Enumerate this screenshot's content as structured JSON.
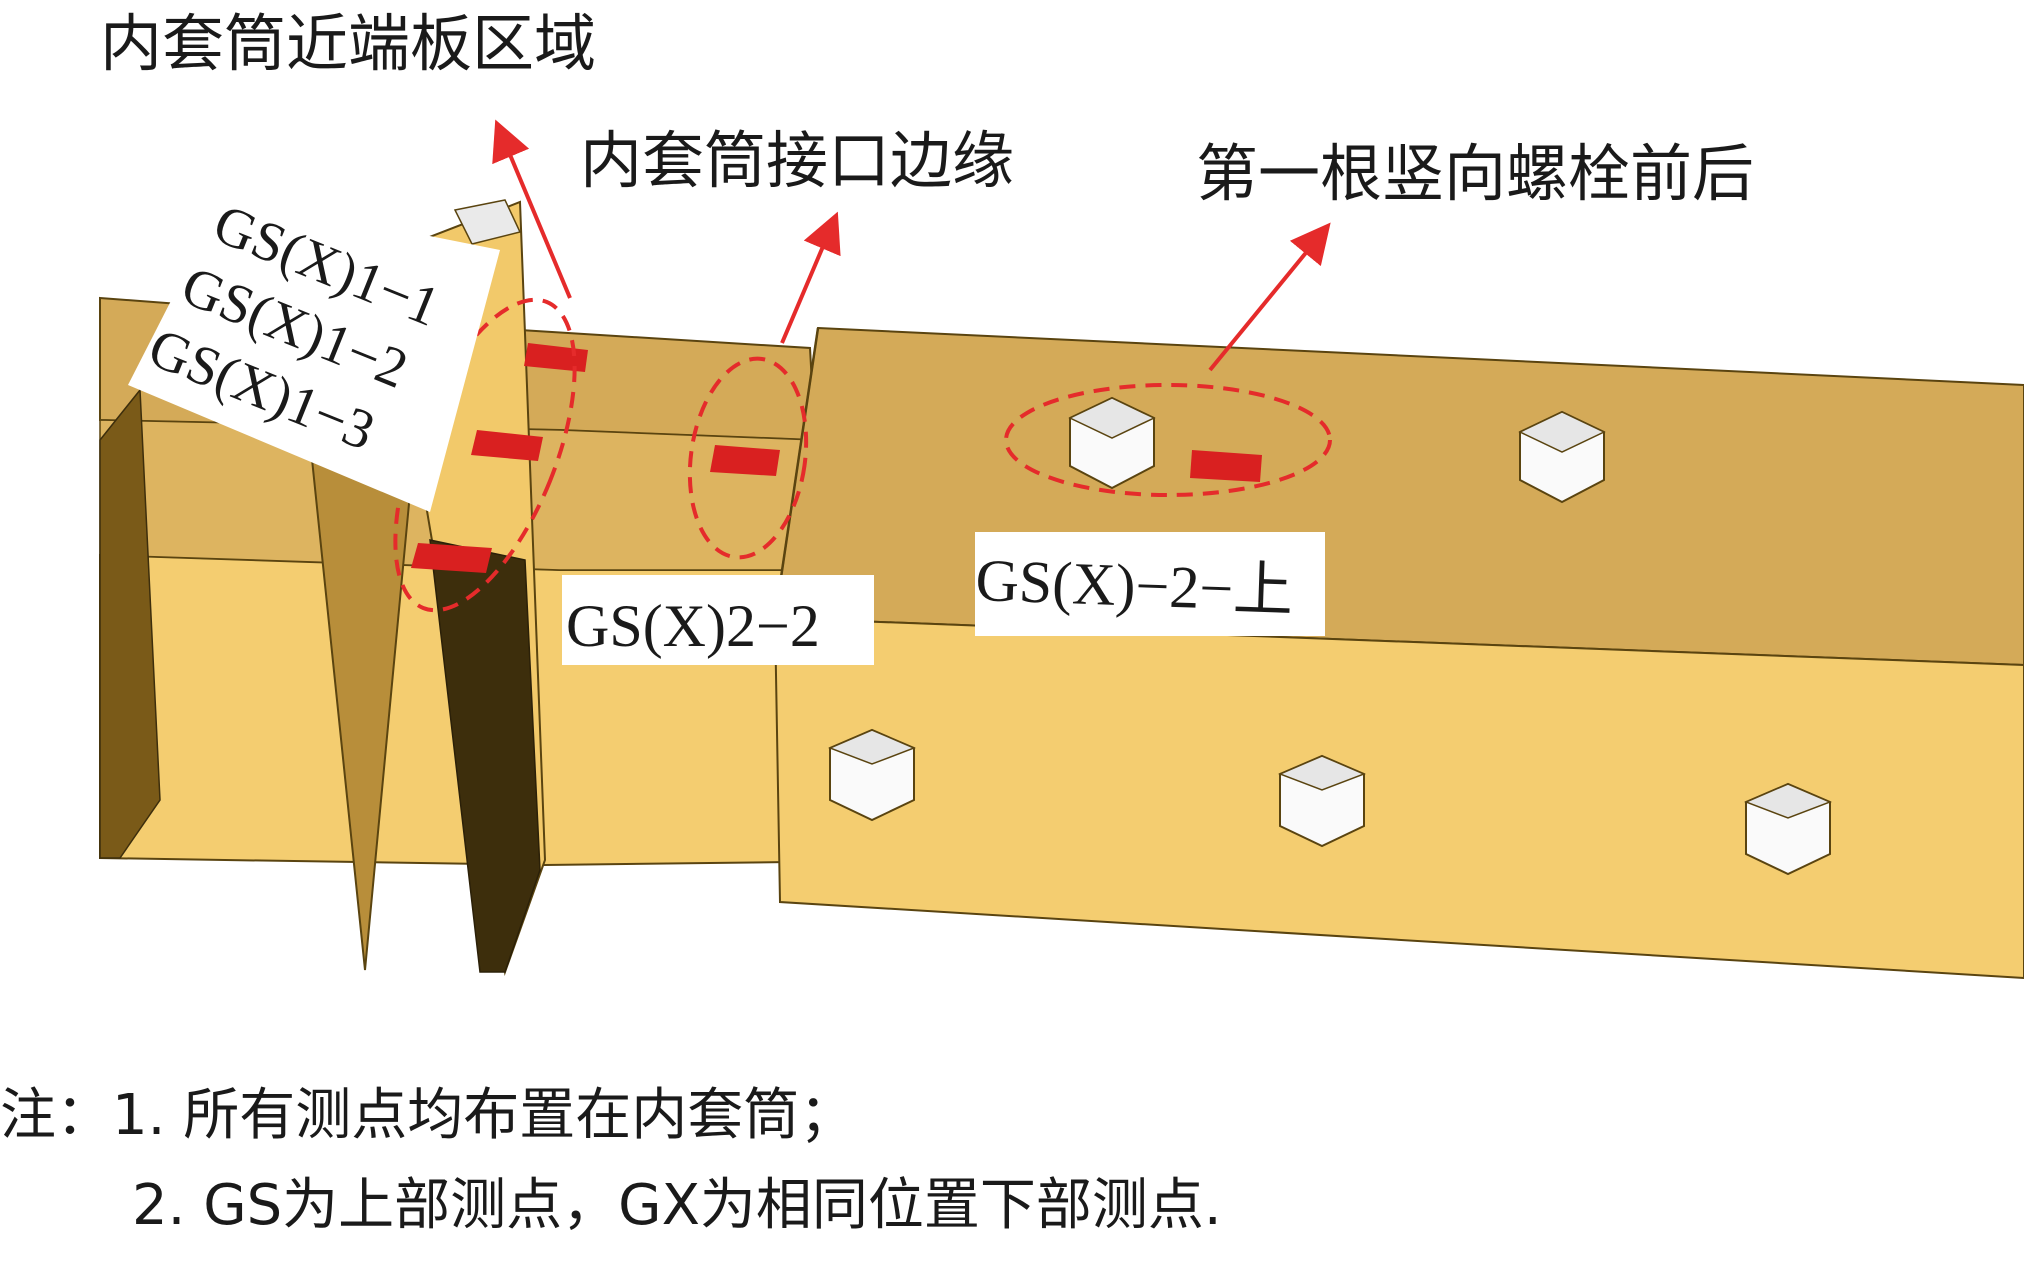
{
  "callouts": {
    "region_near_end": "内套筒近端板区域",
    "region_interface": "内套筒接口边缘",
    "region_bolt": "第一根竖向螺栓前后"
  },
  "labels": {
    "gs1_1": "GS(X)1−1",
    "gs1_2": "GS(X)1−2",
    "gs1_3": "GS(X)1−3",
    "gs2_2": "GS(X)2−2",
    "gs_2_up": "GS(X)−2−上"
  },
  "notes": {
    "line1": "注：1. 所有测点均布置在内套筒；",
    "line2": "2. GS为上部测点，GX为相同位置下部测点."
  },
  "colors": {
    "beam_top": "#D4AA58",
    "beam_side": "#F4CD70",
    "beam_edge": "#5a4410",
    "gauge": "#D92020",
    "dashed_ring": "#E52B2B",
    "arrow": "#E52B2B",
    "bolt_top": "#E6E6E6",
    "bolt_side": "#FAFAFA"
  }
}
